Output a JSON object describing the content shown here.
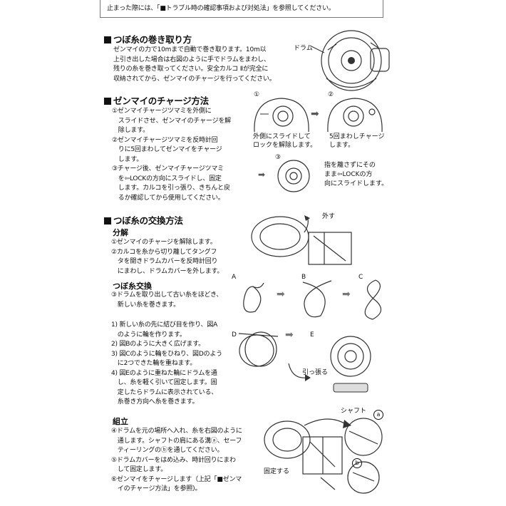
{
  "top": {
    "note": "止まった際には、「■トラブル時の確認事項および対処法」を参照してください。"
  },
  "winding": {
    "title": "つぼ糸の巻き取り方",
    "lines": [
      "ゼンマイの力で10mまで自動で巻き取ります。10m以",
      "上引き出した場合は右図のように手でドラムをまわし、",
      "残りの糸を巻き取ってください。安全カルコ  Ⅱが完全に",
      "収納されてから、ゼンマイのチャージを行ってください。"
    ],
    "drum_label": "ドラム"
  },
  "charge": {
    "title": "ゼンマイのチャージ方法",
    "steps": [
      [
        "①ゼンマイチャージツマミを外側に",
        "　スライドさせ、ゼンマイのチャージを解",
        "　除します。"
      ],
      [
        "②ゼンマイチャージツマミを反時計回",
        "　りに5回まわしてゼンマイをチャージ",
        "　します。"
      ],
      [
        "③チャージ後、ゼンマイチャージツマミ",
        "　を⇦LOCKの方向にスライドし、固定",
        "　します。カルコを引っ張り、きちんと戻",
        "　るか確認してから使用してください。"
      ]
    ],
    "fig1": {
      "num": "①",
      "caption": [
        "外側にスライドして",
        "ロックを解除します。"
      ]
    },
    "fig2": {
      "num": "②",
      "caption": [
        "5回まわしチャージ",
        "します。"
      ]
    },
    "fig3": {
      "num": "③",
      "caption": [
        "指を離さずにその",
        "まま⇦LOCKの方",
        "向にスライドします。"
      ]
    }
  },
  "replace": {
    "title": "つぼ糸の交換方法",
    "bunkai": {
      "title": "分解",
      "lines": [
        "①ゼンマイのチャージを解除します。",
        "②カルコを糸から切り離してタングフ",
        "　タを開きドラムカバーを反時計回り",
        "　にまわし、ドラムカバーを外します。"
      ],
      "hazusu": "外す"
    },
    "koukan": {
      "title": "つぼ糸交換",
      "lines": [
        "③ドラムを取り出して古い糸をほどき、",
        "　新しい糸を巻きます。"
      ],
      "steps": [
        "1) 新しい糸の先に結び目を作り、図A",
        "　のように輪を作ります。",
        "2) 図Bのように大きく広げます。",
        "3) 図Cのように輪をひねり、図Dのよう",
        "　に2つできた輪を重ねます。",
        "4) 図Eのように重ねた輪にドラムを通",
        "　し、糸を軽く引いて固定します。固",
        "　定したらドラムに表示されている、",
        "　糸巻き方向へ糸を巻きます。"
      ],
      "figA": "A",
      "figB": "B",
      "figC": "C",
      "figD": "D",
      "figE": "E",
      "hipparu": "引っ張る"
    },
    "kumitate": {
      "title": "組立",
      "lines": [
        "④ドラムを元の場所へ入れ、糸を右図のように",
        "　通します。シャフトの肩にある溝ⓐ、セーフ",
        "　ティーリングのⓑを通してください。",
        "⑤ドラムカバーをはめ込み、時計回りにまわ",
        "　して固定します。",
        "⑥ゼンマイをチャージします（上記「■ゼンマ",
        "　イのチャージ方法」を参照)。"
      ],
      "shaft": "シャフト",
      "fix": "固定する",
      "a": "a",
      "b": "b"
    }
  }
}
